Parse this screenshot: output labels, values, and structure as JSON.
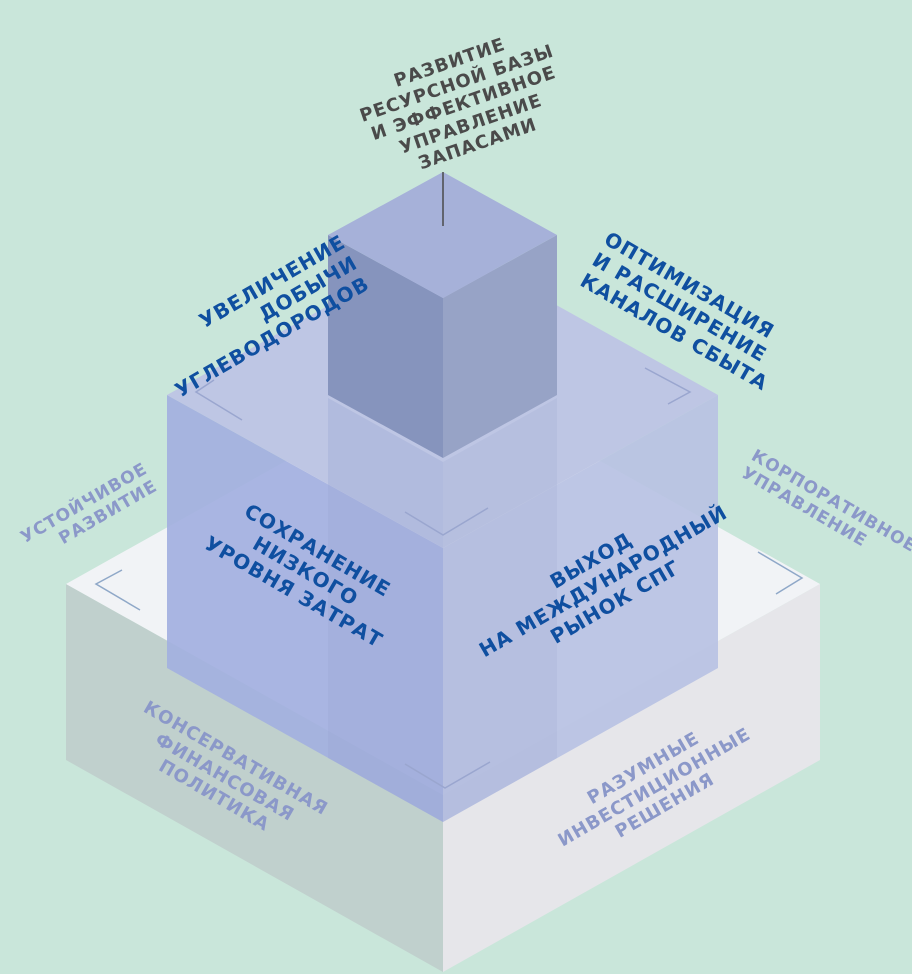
{
  "colors": {
    "background": "#c9e6da",
    "primary_text": "#0f4fa0",
    "top_text": "#4a4a4a",
    "faded_text": "#8b98c9"
  },
  "labels": {
    "top_goal": [
      "Развитие",
      "ресурсной базы",
      "и эффективное",
      "управление",
      "запасами"
    ],
    "middle_left_top": [
      "Увеличение",
      "добычи",
      "углеводородов"
    ],
    "middle_right_top": [
      "Оптимизация",
      "и расширение",
      "каналов сбыта"
    ],
    "middle_front_left": [
      "Сохранение",
      "низкого",
      "уровня затрат"
    ],
    "middle_front_right": [
      "Выход",
      "на международный",
      "рынок СПГ"
    ],
    "base_left_top": [
      "Устойчивое",
      "развитие"
    ],
    "base_right_top": [
      "Корпоративное",
      "управление"
    ],
    "base_front_left": [
      "Консервативная",
      "финансовая",
      "политика"
    ],
    "base_front_right": [
      "Разумные",
      "инвестиционные",
      "решения"
    ]
  }
}
